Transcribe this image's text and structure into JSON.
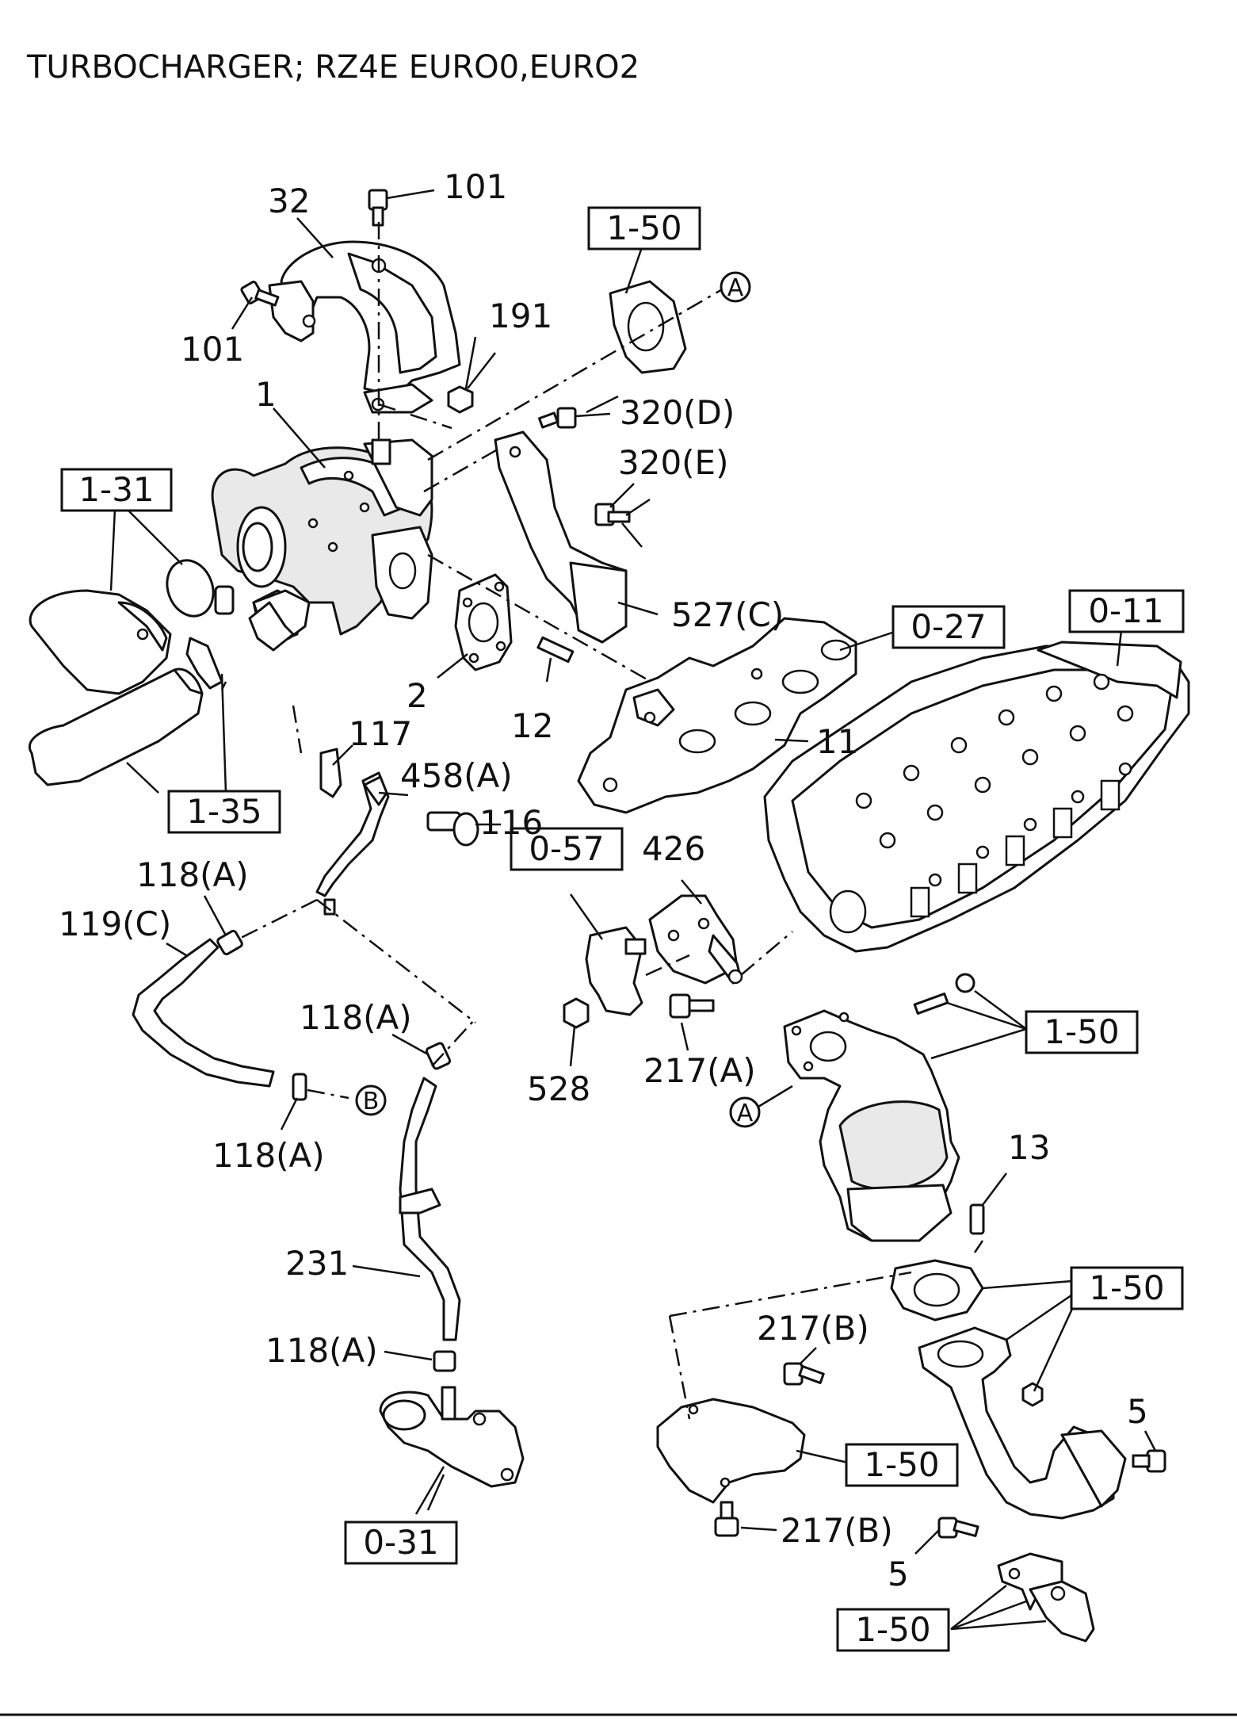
{
  "title": "TURBOCHARGER; RZ4E EURO0,EURO2",
  "callouts": {
    "c101a": "101",
    "c32": "32",
    "c101b": "101",
    "c191": "191",
    "c1": "1",
    "c320d": "320(D)",
    "c320e": "320(E)",
    "c527c": "527(C)",
    "c2": "2",
    "c12": "12",
    "c11": "11",
    "c117": "117",
    "c458a": "458(A)",
    "c116": "116",
    "c118a1": "118(A)",
    "c119c": "119(C)",
    "c118a2": "118(A)",
    "c118a3": "118(A)",
    "c231": "231",
    "c118a4": "118(A)",
    "c426": "426",
    "c528": "528",
    "c217a": "217(A)",
    "c13": "13",
    "c217b1": "217(B)",
    "c217b2": "217(B)",
    "c5a": "5",
    "c5b": "5"
  },
  "refs": {
    "r150a": "1-50",
    "r131": "1-31",
    "r135": "1-35",
    "r027": "0-27",
    "r011": "0-11",
    "r057": "0-57",
    "r150b": "1-50",
    "r150c": "1-50",
    "r150d": "1-50",
    "r031": "0-31",
    "r150e": "1-50"
  },
  "markers": {
    "a1": "A",
    "a2": "A",
    "b1": "B"
  }
}
